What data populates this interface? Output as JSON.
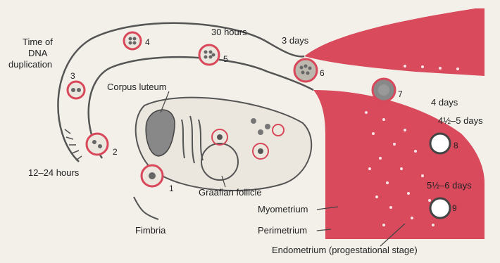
{
  "labels": {
    "time_dna_1": "Time of",
    "time_dna_2": "DNA",
    "time_dna_3": "duplication",
    "thirty_hours": "30 hours",
    "three_days": "3 days",
    "corpus_luteum": "Corpus luteum",
    "four_days": "4 days",
    "four_half_five_days": "4½–5 days",
    "five_half_six_days": "5½–6 days",
    "twelve_24_hours": "12–24 hours",
    "graafian_follicle": "Graafian follicle",
    "myometrium": "Myometrium",
    "perimetrium": "Perimetrium",
    "fimbria": "Fimbria",
    "endometrium": "Endometrium (progestational stage)"
  },
  "stage_numbers": [
    "1",
    "2",
    "3",
    "4",
    "5",
    "6",
    "7",
    "8",
    "9"
  ],
  "colors": {
    "uterine_wall": "#d84a5c",
    "embryo_ring": "#d8485a",
    "outline": "#555555",
    "background": "#f3f0ea"
  }
}
